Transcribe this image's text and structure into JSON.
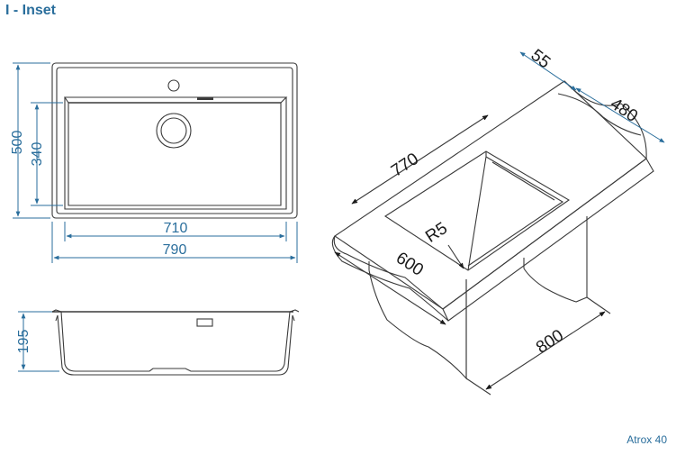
{
  "title": "I - Inset",
  "model": "Atrox 40",
  "colors": {
    "dimension": "#2a6e9c",
    "outline": "#3a3a3a"
  },
  "top_view": {
    "height_outer": "500",
    "height_inner": "340",
    "width_inner": "710",
    "width_outer": "790"
  },
  "side_view": {
    "depth": "195"
  },
  "iso_view": {
    "lip": "55",
    "depth": "480",
    "length": "770",
    "radius": "R5",
    "width": "600",
    "cabinet": "800"
  }
}
